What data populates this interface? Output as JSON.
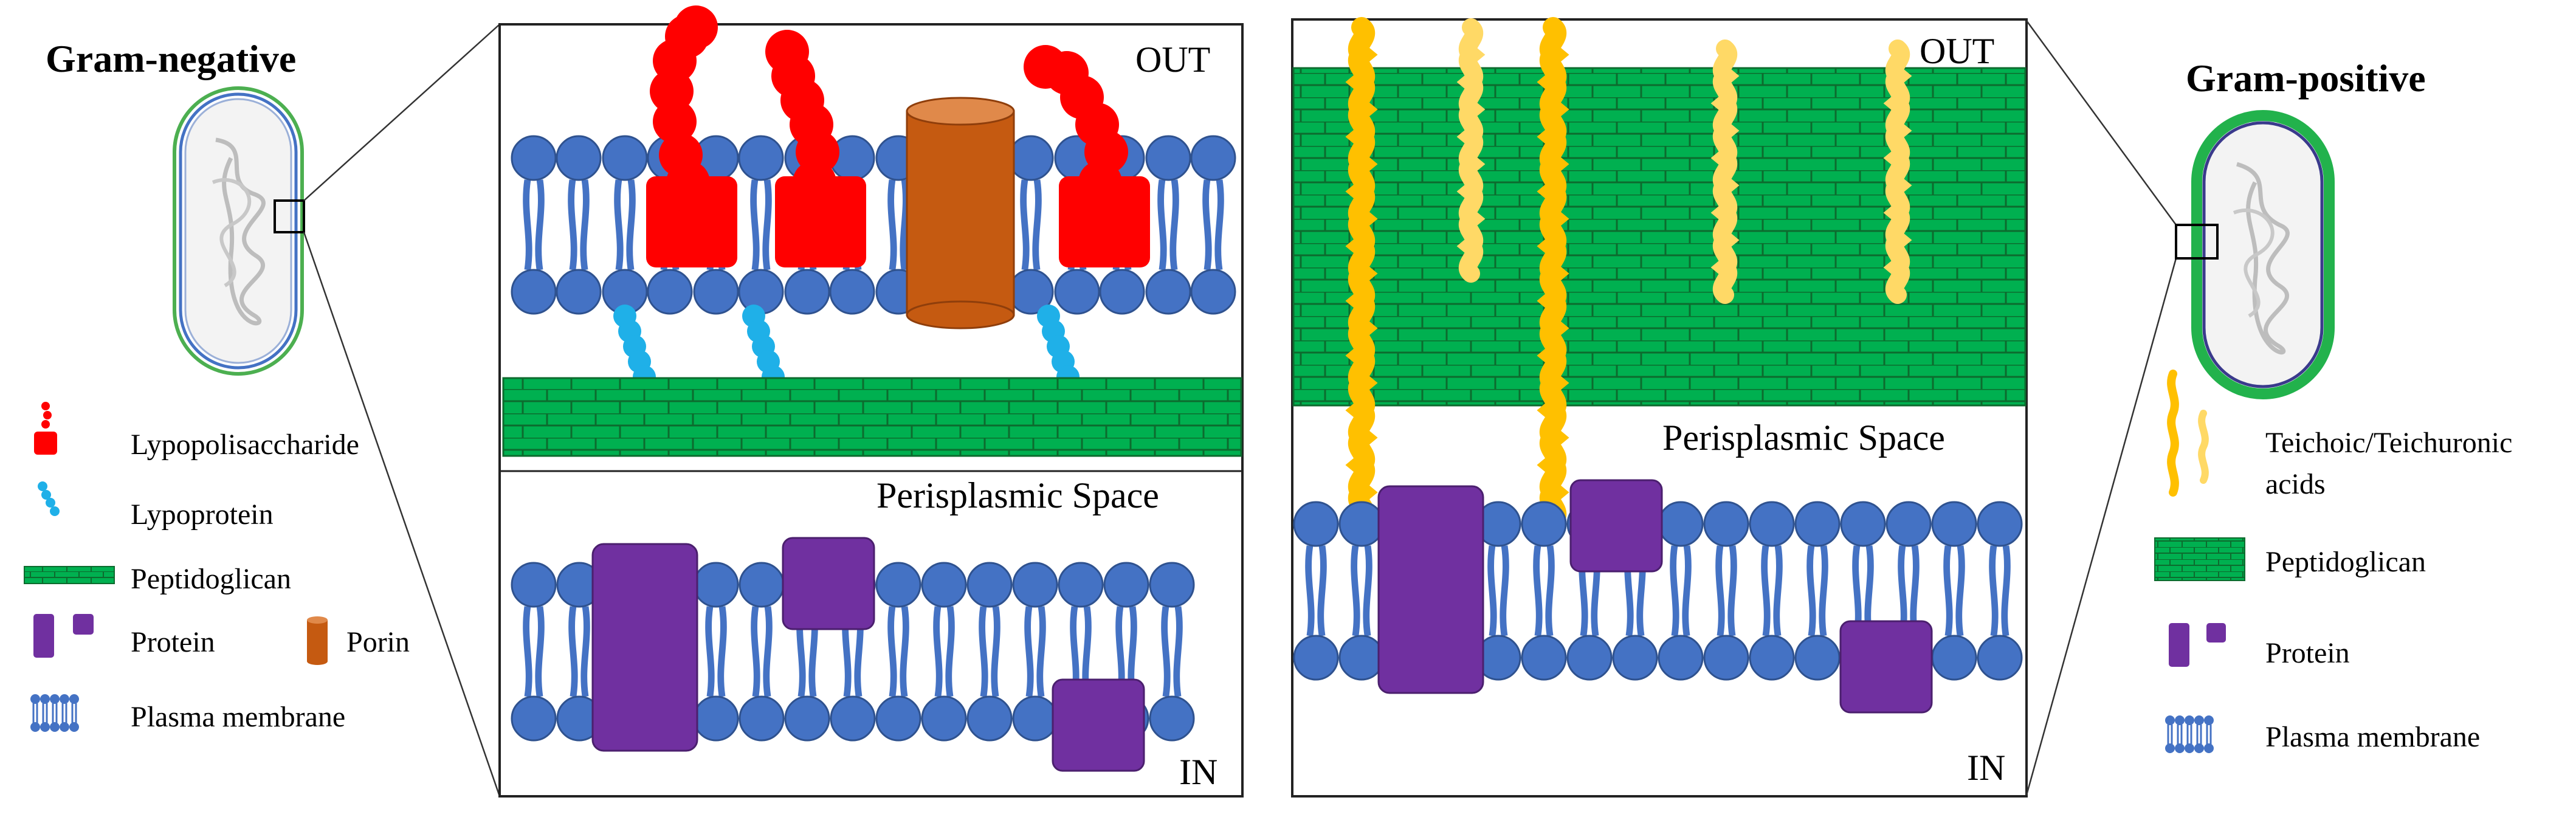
{
  "left": {
    "title": "Gram-negative",
    "panel": {
      "out_label": "OUT",
      "in_label": "IN",
      "space_label": "Perisplasmic Space"
    },
    "legend": [
      {
        "key": "lps",
        "label": "Lypopolisaccharide"
      },
      {
        "key": "lipoprotein",
        "label": "Lypoprotein"
      },
      {
        "key": "peptidoglican",
        "label": "Peptidoglican"
      },
      {
        "key": "protein",
        "label": "Protein"
      },
      {
        "key": "porin",
        "label": "Porin"
      },
      {
        "key": "membrane",
        "label": "Plasma membrane"
      }
    ]
  },
  "right": {
    "title": "Gram-positive",
    "panel": {
      "out_label": "OUT",
      "in_label": "IN",
      "space_label": "Perisplasmic Space"
    },
    "legend": [
      {
        "key": "teichoic",
        "label_line1": "Teichoic/Teichuronic",
        "label_line2": "acids"
      },
      {
        "key": "peptidoglican",
        "label": "Peptidoglican"
      },
      {
        "key": "protein",
        "label": "Protein"
      },
      {
        "key": "membrane",
        "label": "Plasma membrane"
      }
    ]
  },
  "colors": {
    "lipid_head": "#4472c4",
    "lipid_head_stroke": "#2f528f",
    "lipid_tail": "#4472c4",
    "lps": "#ff0000",
    "lipoprotein": "#1fb0e8",
    "peptidoglican": "#00b050",
    "peptidoglican_line": "#0d6b2e",
    "protein": "#7030a0",
    "porin": "#c55a11",
    "teichoic_dark": "#ffc000",
    "teichoic_light": "#ffd966",
    "cell_wall_negative": "#4caf50",
    "cell_wall_positive": "#22b24c"
  },
  "icons": {
    "lps": "lps-icon",
    "lipoprotein": "lipoprotein-icon",
    "peptidoglican": "peptidoglican-icon",
    "protein": "protein-icon",
    "porin": "porin-icon",
    "membrane": "membrane-icon",
    "teichoic": "teichoic-icon"
  }
}
